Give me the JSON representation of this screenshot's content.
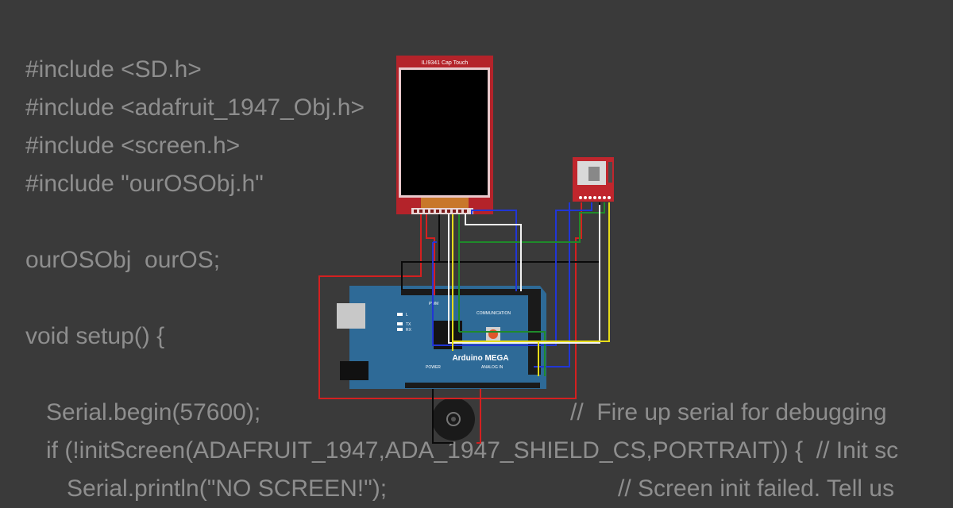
{
  "code": {
    "lines": [
      "#include <SD.h>",
      "#include <adafruit_1947_Obj.h>",
      "#include <screen.h>",
      "#include \"ourOSObj.h\"",
      "ourOSObj  ourOS;",
      "void setup() {",
      "Serial.begin(57600);",
      "if (!initScreen(ADAFRUIT_1947,ADA_1947_SHIELD_CS,PORTRAIT)) {  // Init sc",
      "Serial.println(\"NO SCREEN!\");"
    ],
    "comments": [
      "//  Fire up serial for debugging",
      "// Screen init failed. Tell us"
    ]
  },
  "diagram": {
    "display_label": "ILI9341 Cap Touch",
    "board_label": "Arduino MEGA",
    "board_section_pwm": "PWM",
    "board_section_communication": "COMMUNICATION",
    "board_section_power": "POWER",
    "board_section_analog": "ANALOG IN",
    "led_labels": [
      "L",
      "TX",
      "RX"
    ],
    "colors": {
      "board": "#2e6a97",
      "display_pcb": "#b4232a",
      "sd_pcb": "#c0262d",
      "wire_red": "#d42020",
      "wire_blue": "#2136d6",
      "wire_green": "#1f8a2a",
      "wire_yellow": "#e6dc19",
      "wire_white": "#f2f2f2",
      "wire_black": "#0a0a0a"
    }
  }
}
